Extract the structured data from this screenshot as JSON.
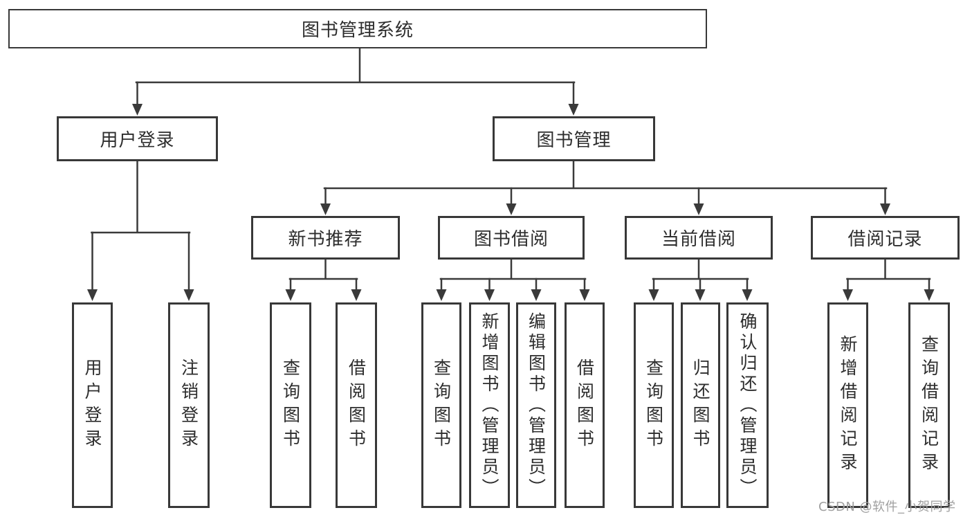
{
  "diagram_title": "图书管理系统",
  "colors": {
    "line": "#3a3a3a",
    "box_border": "#383838",
    "text": "#2d2d2d",
    "watermark": "#a0a0a0",
    "background": "#ffffff"
  },
  "nodes": {
    "root": {
      "label": "图书管理系统"
    },
    "user_login": {
      "label": "用户登录"
    },
    "book_mgmt": {
      "label": "图书管理"
    },
    "new_books": {
      "label": "新书推荐"
    },
    "book_borrow": {
      "label": "图书借阅"
    },
    "current_borrow": {
      "label": "当前借阅"
    },
    "borrow_records": {
      "label": "借阅记录"
    },
    "user_login_leaf": {
      "label": "用户登录"
    },
    "logout_leaf": {
      "label": "注销登录"
    },
    "nb_query_books": {
      "label": "查询图书"
    },
    "nb_borrow_books": {
      "label": "借阅图书"
    },
    "bb_query_books": {
      "label": "查询图书"
    },
    "bb_add_books": {
      "label": "新增图书（管理员）"
    },
    "bb_edit_books": {
      "label": "编辑图书（管理员）"
    },
    "bb_borrow_books": {
      "label": "借阅图书"
    },
    "cb_query_books": {
      "label": "查询图书"
    },
    "cb_return_books": {
      "label": "归还图书"
    },
    "cb_confirm_return": {
      "label": "确认归还（管理员）"
    },
    "br_add_record": {
      "label": "新增借阅记录"
    },
    "br_query_record": {
      "label": "查询借阅记录"
    }
  },
  "structure": {
    "root": "图书管理系统",
    "children": [
      {
        "label": "用户登录",
        "children": [
          "用户登录",
          "注销登录"
        ]
      },
      {
        "label": "图书管理",
        "children": [
          {
            "label": "新书推荐",
            "children": [
              "查询图书",
              "借阅图书"
            ]
          },
          {
            "label": "图书借阅",
            "children": [
              "查询图书",
              "新增图书（管理员）",
              "编辑图书（管理员）",
              "借阅图书"
            ]
          },
          {
            "label": "当前借阅",
            "children": [
              "查询图书",
              "归还图书",
              "确认归还（管理员）"
            ]
          },
          {
            "label": "借阅记录",
            "children": [
              "新增借阅记录",
              "查询借阅记录"
            ]
          }
        ]
      }
    ]
  },
  "watermark": {
    "text": "CSDN @软件_小贺同学"
  }
}
